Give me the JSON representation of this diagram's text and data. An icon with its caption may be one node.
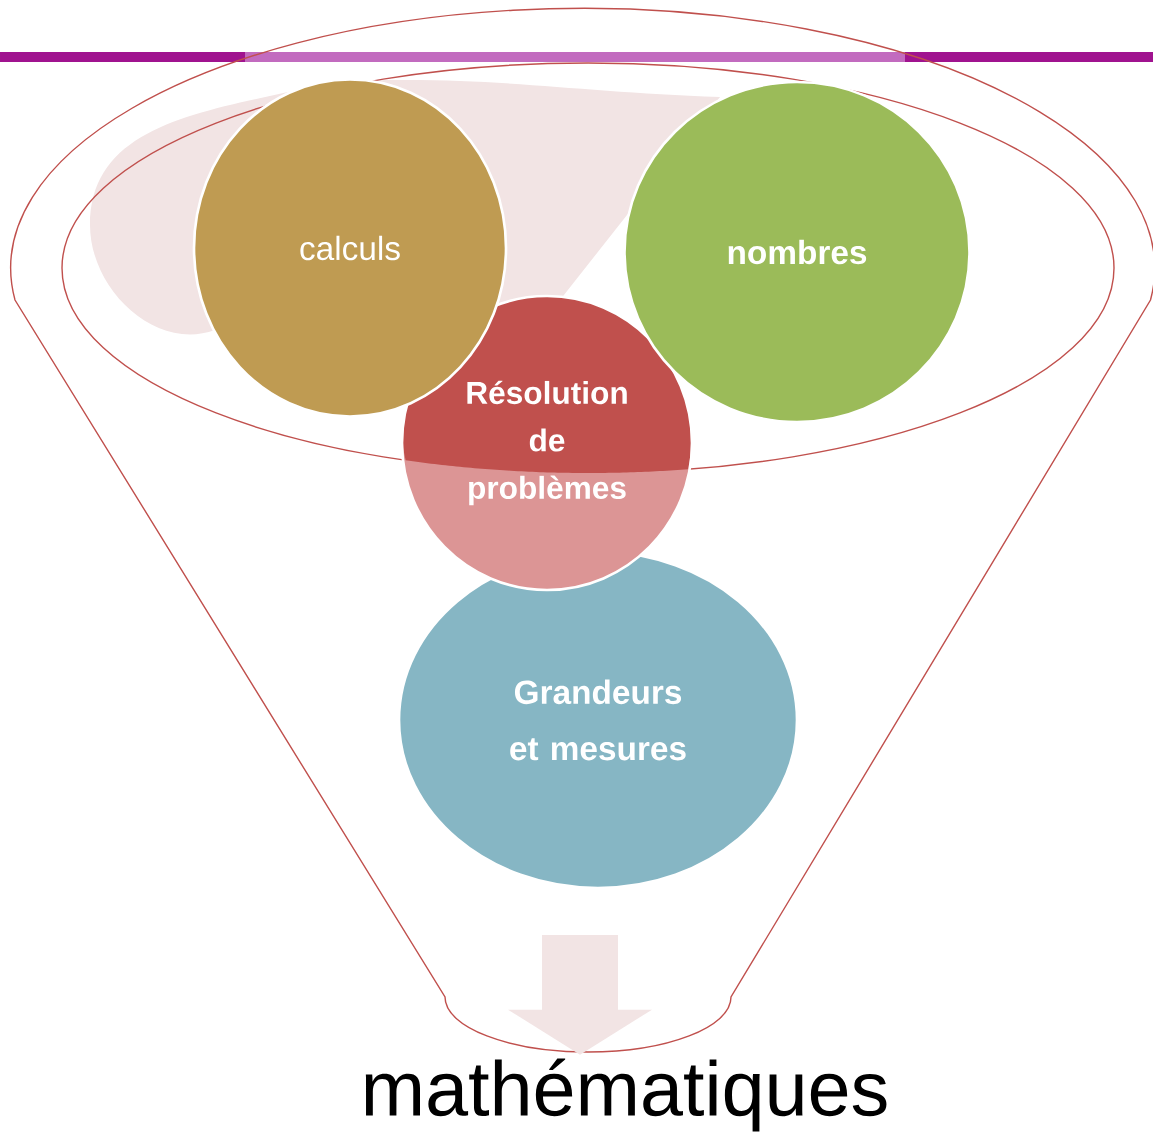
{
  "diagram": {
    "nodes": [
      {
        "text": [
          "calculs"
        ]
      },
      {
        "text": [
          "nombres"
        ]
      },
      {
        "text": [
          "Résolution de problèmes"
        ]
      },
      {
        "text": [
          "Grandeurs et mesures"
        ]
      },
      {
        "text": [
          "mathématiques"
        ]
      }
    ],
    "edges": [
      {
        "from": null,
        "to": 4,
        "arrow": "to"
      }
    ]
  }
}
